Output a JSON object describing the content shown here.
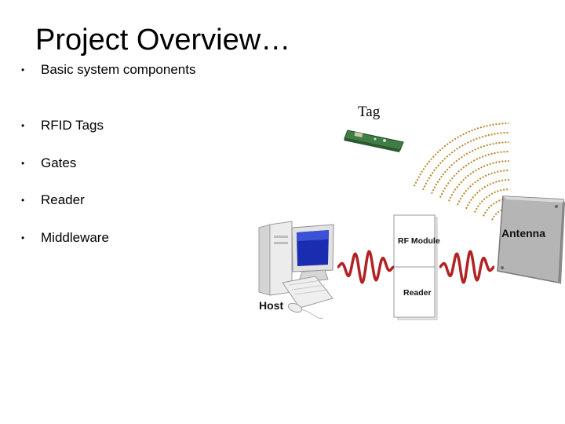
{
  "slide": {
    "title": "Project Overview…",
    "bullet_symbol": "•",
    "bullets": [
      "Basic system components",
      "RFID Tags",
      "Gates",
      "Reader",
      "Middleware"
    ]
  },
  "diagram": {
    "tag_label": "Tag",
    "host_label": "Host",
    "rf_module_label": "RF Module",
    "reader_label": "Reader",
    "antenna_label": "Antenna",
    "colors": {
      "wave": "#b22222",
      "field_arcs": "#b8862b",
      "tag_board": "#3f7d45",
      "antenna_panel": "#b5b5b5"
    }
  }
}
